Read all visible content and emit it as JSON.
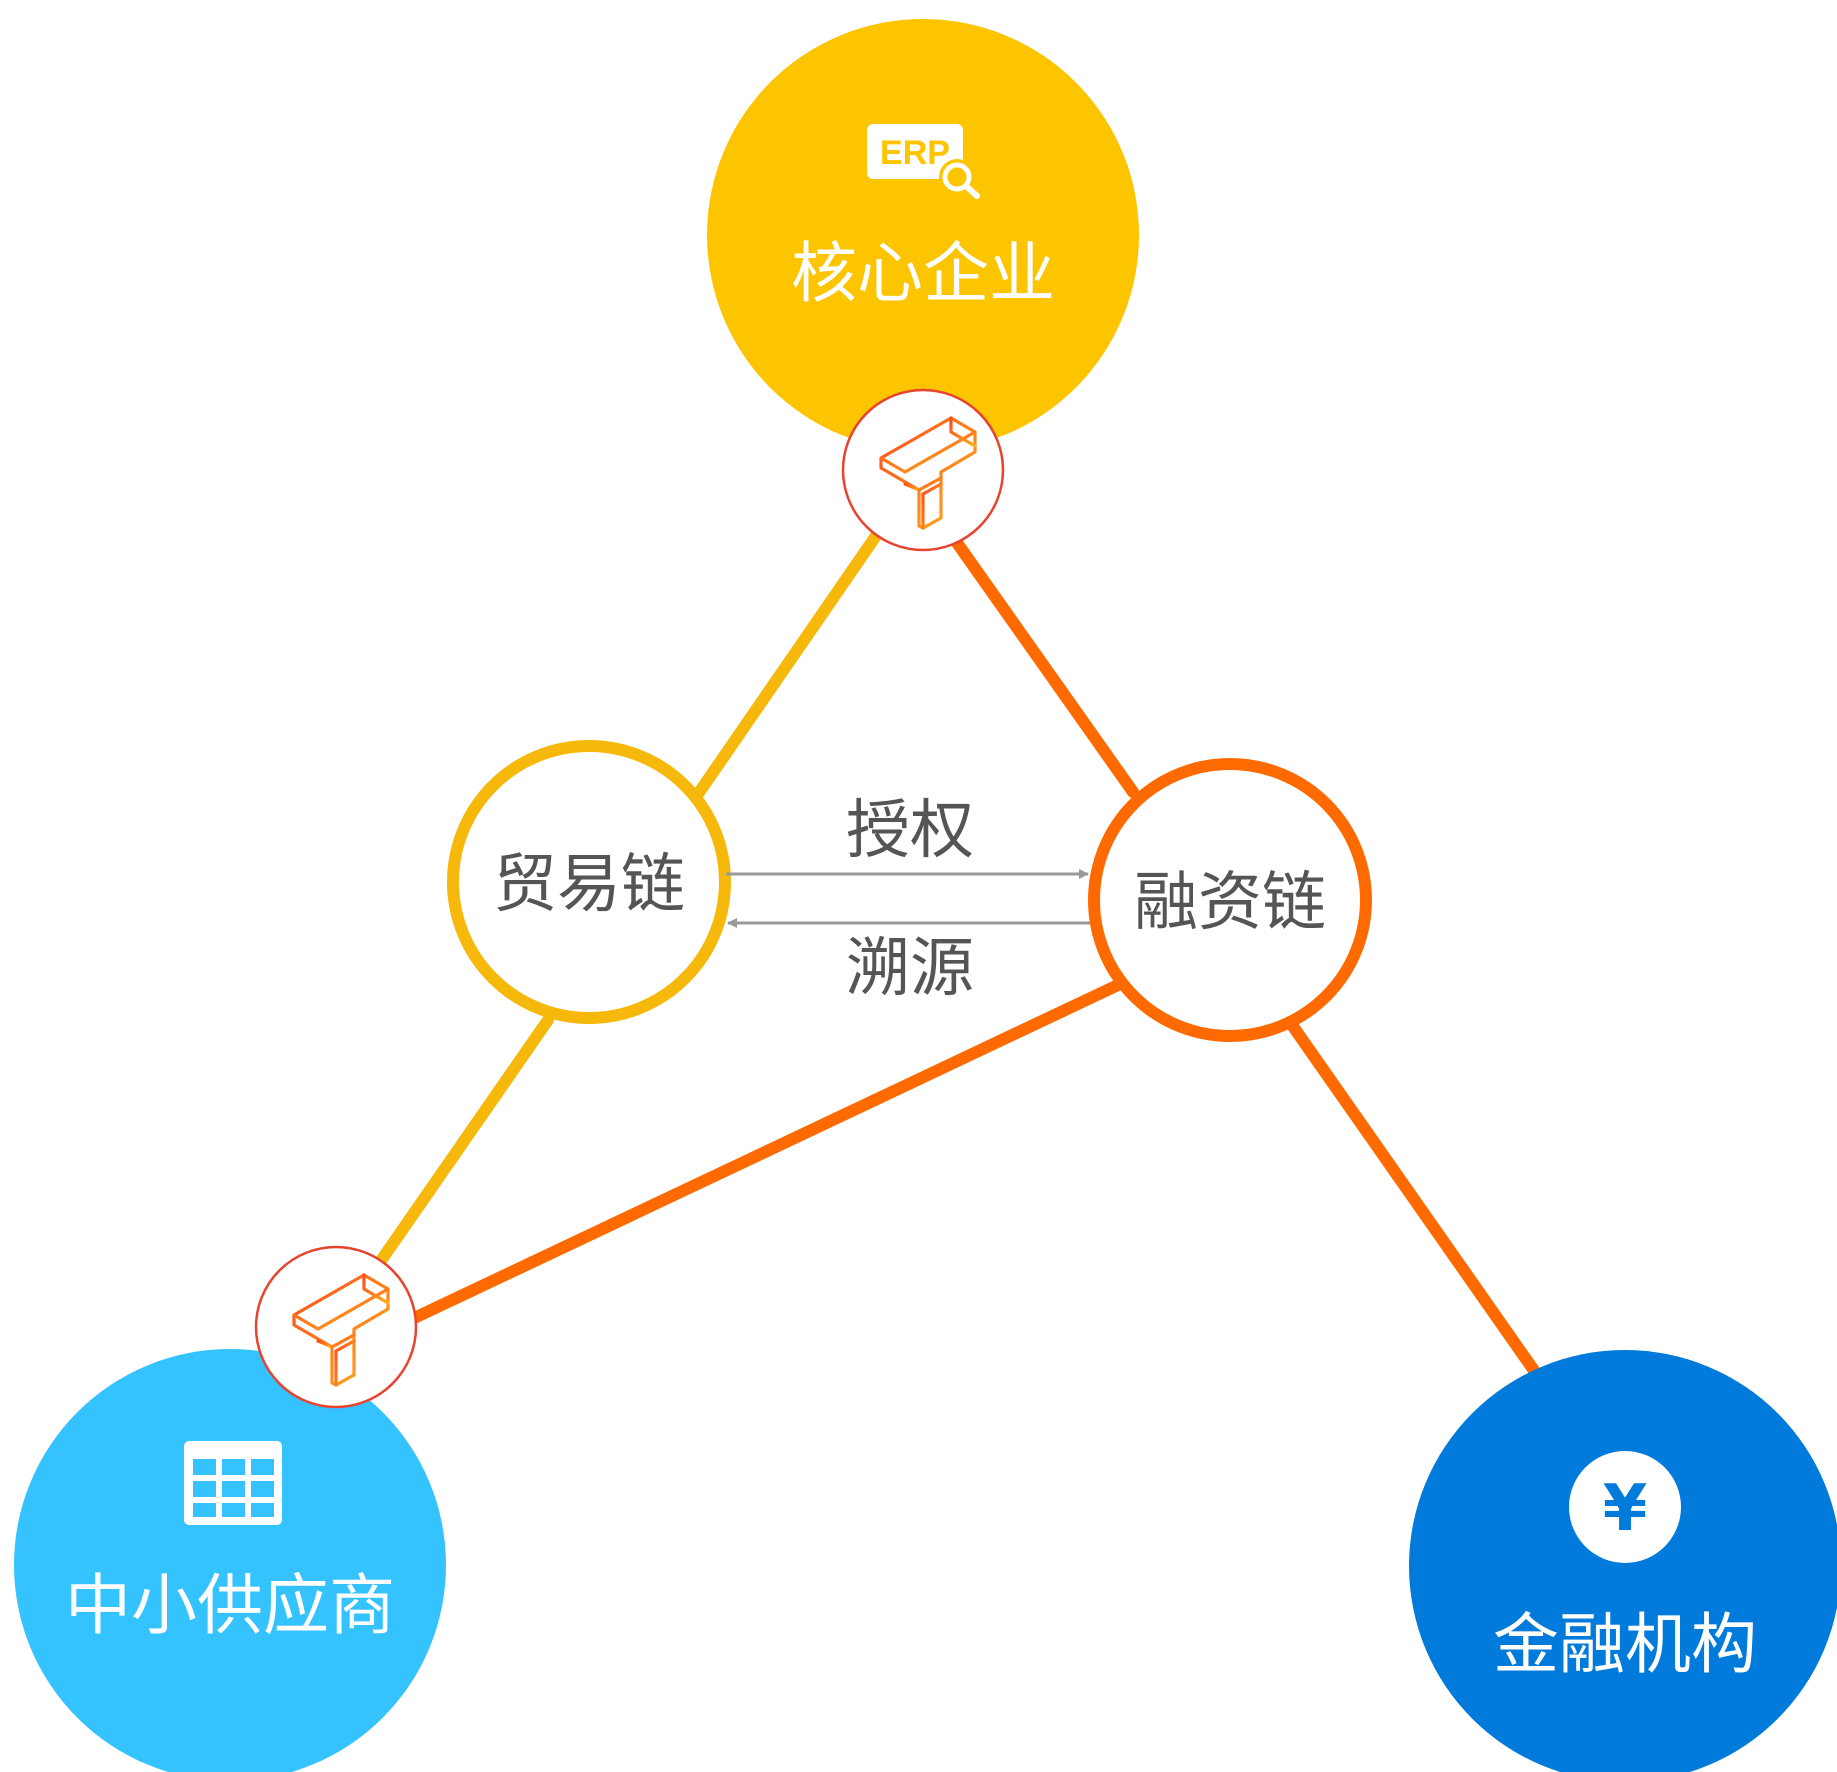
{
  "nodes": {
    "core": {
      "label": "核心企业",
      "icon": "erp-search-icon",
      "color": "#FDC400"
    },
    "supplier": {
      "label": "中小供应商",
      "icon": "table-grid-icon",
      "color": "#35C3FF"
    },
    "finance": {
      "label": "金融机构",
      "icon": "yen-coin-icon",
      "color": "#007ADB"
    },
    "trade_chain": {
      "label": "贸易链",
      "border_color": "#F6B80B"
    },
    "finance_chain": {
      "label": "融资链",
      "border_color": "#FF6A00"
    }
  },
  "icons": {
    "erp_text": "ERP",
    "yen_symbol": "¥",
    "blockchain_icon": "blockchain-node-icon"
  },
  "edges": {
    "authorize": "授权",
    "trace": "溯源"
  },
  "colors": {
    "trade_line": "#F6B80B",
    "finance_line": "#FF6A00",
    "arrow": "#999999",
    "badge_border": "#E8432E"
  }
}
